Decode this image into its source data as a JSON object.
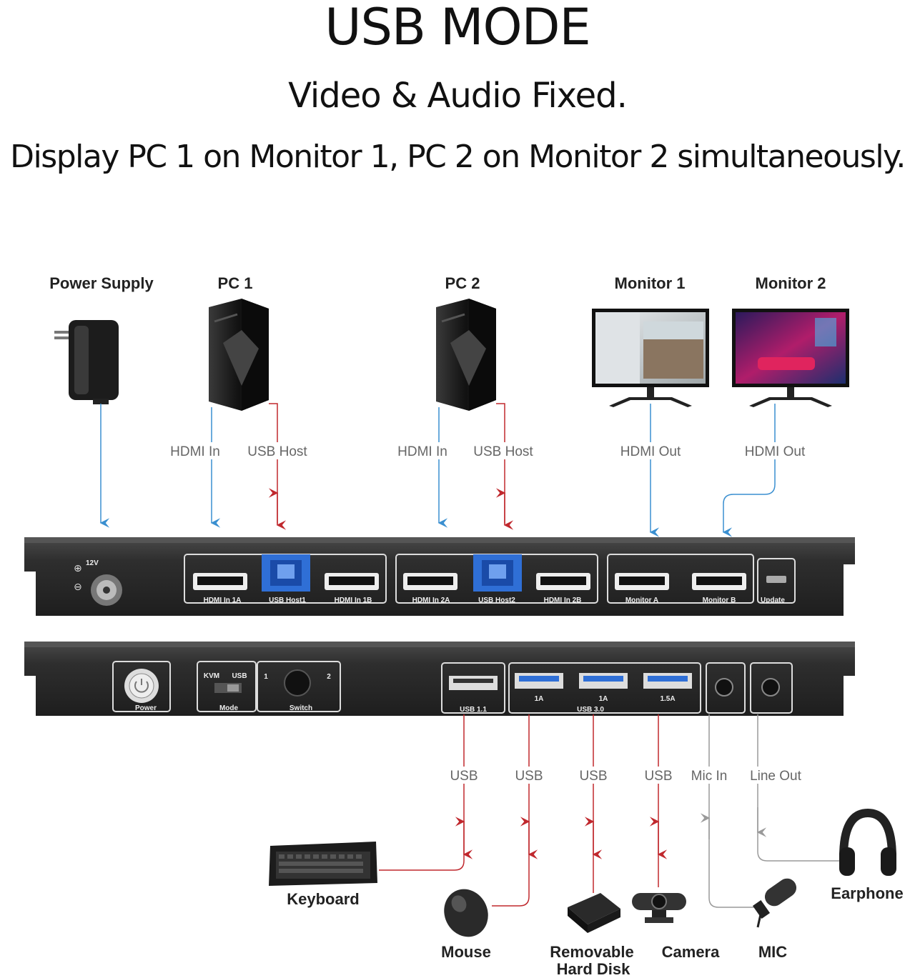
{
  "header": {
    "title": "USB MODE",
    "subtitle": "Video & Audio Fixed.",
    "description": "Display PC 1 on Monitor 1, PC 2 on Monitor 2 simultaneously."
  },
  "top_devices": {
    "power": "Power Supply",
    "pc1": "PC 1",
    "pc2": "PC 2",
    "monitor1": "Monitor 1",
    "monitor2": "Monitor 2"
  },
  "top_connections": {
    "pc1_hdmi": "HDMI In",
    "pc1_usb": "USB Host",
    "pc2_hdmi": "HDMI In",
    "pc2_usb": "USB Host",
    "mon1_hdmi": "HDMI Out",
    "mon2_hdmi": "HDMI Out"
  },
  "rear_panel": {
    "power_in": "12V",
    "hdmi_1a": "HDMI In 1A",
    "usb_host1": "USB Host1",
    "hdmi_1b": "HDMI In 1B",
    "hdmi_2a": "HDMI In 2A",
    "usb_host2": "USB Host2",
    "hdmi_2b": "HDMI In 2B",
    "monitor_a": "Monitor A",
    "monitor_b": "Monitor B",
    "update": "Update"
  },
  "front_panel": {
    "power": "Power",
    "mode": "Mode",
    "mode_kvm": "KVM",
    "mode_usb": "USB",
    "switch": "Switch",
    "switch_1": "1",
    "switch_2": "2",
    "usb11": "USB 1.1",
    "usb30": "USB 3.0",
    "port1_current": "1A",
    "port2_current": "1A",
    "port3_current": "1.5A"
  },
  "bottom_connections": {
    "usb1": "USB",
    "usb2": "USB",
    "usb3": "USB",
    "usb4": "USB",
    "mic_in": "Mic In",
    "line_out": "Line Out"
  },
  "bottom_devices": {
    "keyboard": "Keyboard",
    "mouse": "Mouse",
    "disk_line1": "Removable",
    "disk_line2": "Hard Disk",
    "camera": "Camera",
    "mic": "MIC",
    "earphone": "Earphone"
  },
  "colors": {
    "video_line": "#3a8fd0",
    "usb_line": "#c0282d",
    "audio_line": "#9a9a9a",
    "panel": "#2c2c2c",
    "usb_port": "#2f6fd6"
  }
}
